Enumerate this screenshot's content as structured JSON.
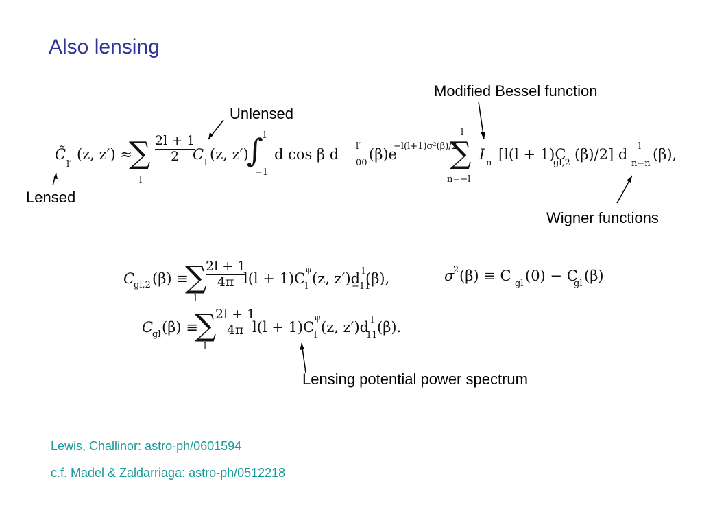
{
  "slide": {
    "title": "Also lensing",
    "annotations": {
      "modified_bessel": "Modified Bessel function",
      "unlensed": "Unlensed",
      "lensed": "Lensed",
      "wigner": "Wigner functions",
      "lensing_potential": "Lensing potential power spectrum"
    },
    "references": {
      "lewis": "Lewis, Challinor: astro-ph/0601594",
      "madel": "c.f. Madel & Zaldarriaga: astro-ph/0512218"
    },
    "equations": {
      "main": {
        "lhs": "C̃",
        "lhs_sub": "l′",
        "lhs_args": "(z, z′) ≈",
        "frac_num": "2l + 1",
        "frac_den": "2",
        "sum_index": "l",
        "cl": "C",
        "cl_sub": "l",
        "cl_args": "(z, z′)",
        "int_upper": "1",
        "int_lower": "−1",
        "int_body": "d cos β d",
        "d_sup": "l′",
        "d_sub": "00",
        "exp_base": "(β)e",
        "exp_power": "−l(l+1)σ²(β)/2",
        "sum2_upper": "l",
        "sum2_lower": "n=−l",
        "bessel": "I",
        "bessel_sub": "n",
        "bessel_arg": "[l(l + 1)C",
        "cgl2_sub": "gl,2",
        "bessel_arg_end": "(β)/2] d",
        "wig_sup": "l",
        "wig_sub": "n−n",
        "tail": "(β),"
      },
      "cgl2": {
        "lhs": "C",
        "lhs_sub": "gl,2",
        "lhs_args": "(β) ≡",
        "sum_index": "l",
        "frac_num": "2l + 1",
        "frac_den": "4π",
        "body": "l(l + 1)C",
        "c_sup": "ψ",
        "c_sub": "l",
        "c_args": "(z, z′)d",
        "d_sup": "l",
        "d_sub": "−11",
        "tail": "(β),"
      },
      "cgl": {
        "lhs": "C",
        "lhs_sub": "gl",
        "lhs_args": "(β) ≡",
        "sum_index": "l",
        "frac_num": "2l + 1",
        "frac_den": "4π",
        "body": "l(l + 1)C",
        "c_sup": "ψ",
        "c_sub": "l",
        "c_args": "(z, z′)d",
        "d_sup": "l",
        "d_sub": "11",
        "tail": "(β)."
      },
      "sigma": {
        "text_a": "σ",
        "sq": "2",
        "text_b": "(β) ≡ C",
        "sub1": "gl",
        "text_c": "(0) − C",
        "sub2": "gl",
        "text_d": "(β)"
      }
    }
  }
}
